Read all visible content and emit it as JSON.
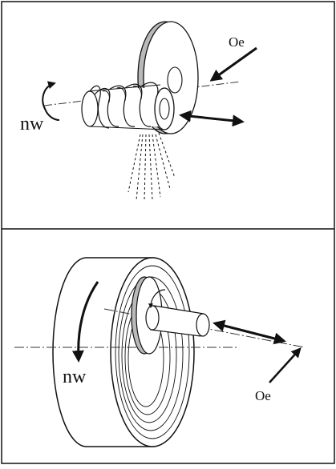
{
  "top_panel": {
    "rotation_label": "nw",
    "axis_label": "Oe"
  },
  "bottom_panel": {
    "rotation_label": "nw",
    "axis_label": "Oe"
  }
}
